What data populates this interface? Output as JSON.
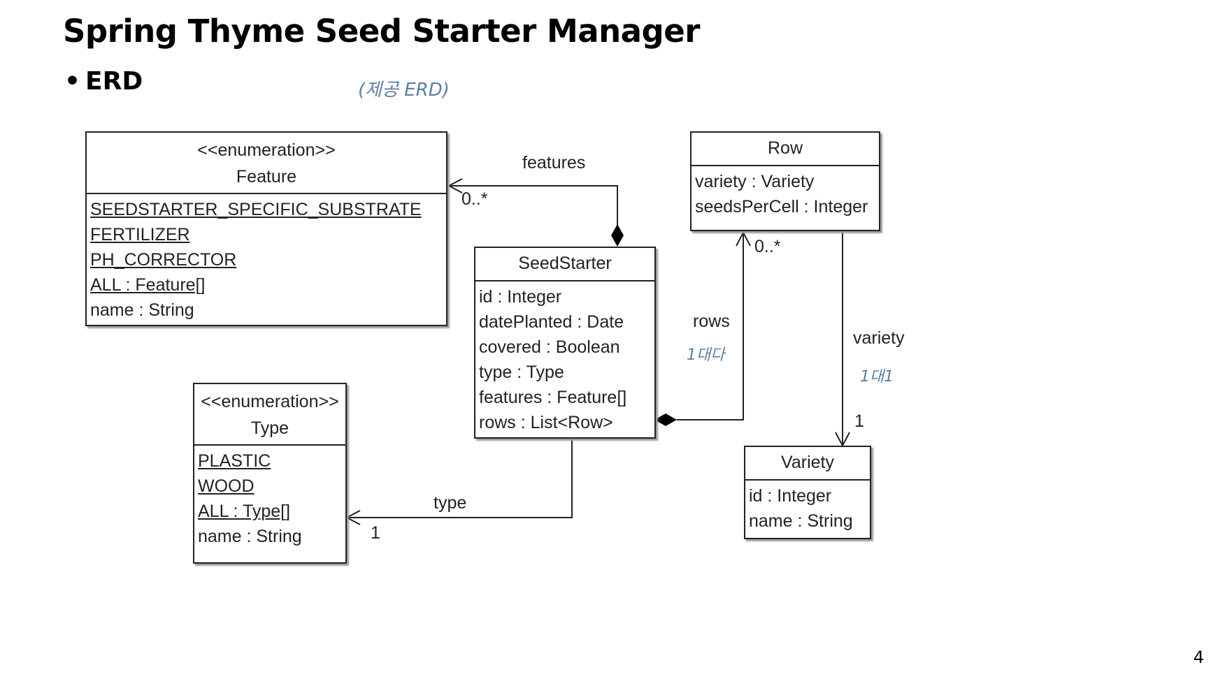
{
  "slide": {
    "title": "Spring Thyme Seed Starter Manager",
    "bullet": "ERD",
    "handwritten_note": "(제공 ERD)",
    "page_number": "4"
  },
  "diagram": {
    "classes": {
      "feature": {
        "stereotype": "<<enumeration>>",
        "name": "Feature",
        "attributes": [
          "SEEDSTARTER_SPECIFIC_SUBSTRATE",
          "FERTILIZER",
          "PH_CORRECTOR",
          "ALL : Feature[]",
          "name : String"
        ]
      },
      "type": {
        "stereotype": "<<enumeration>>",
        "name": "Type",
        "attributes": [
          "PLASTIC",
          "WOOD",
          "ALL : Type[]",
          "name : String"
        ]
      },
      "seedstarter": {
        "name": "SeedStarter",
        "attributes": [
          "id : Integer",
          "datePlanted : Date",
          "covered : Boolean",
          "type : Type",
          "features : Feature[]",
          "rows : List<Row>"
        ]
      },
      "row": {
        "name": "Row",
        "attributes": [
          "variety : Variety",
          "seedsPerCell : Integer"
        ]
      },
      "variety": {
        "name": "Variety",
        "attributes": [
          "id : Integer",
          "name : String"
        ]
      }
    },
    "associations": {
      "features": {
        "label": "features",
        "multiplicity": "0..*"
      },
      "rows": {
        "label": "rows",
        "multiplicity": "0..*",
        "note": "1대다"
      },
      "variety": {
        "label": "variety",
        "multiplicity": "1",
        "note": "1대1"
      },
      "type": {
        "label": "type",
        "multiplicity": "1"
      }
    }
  }
}
